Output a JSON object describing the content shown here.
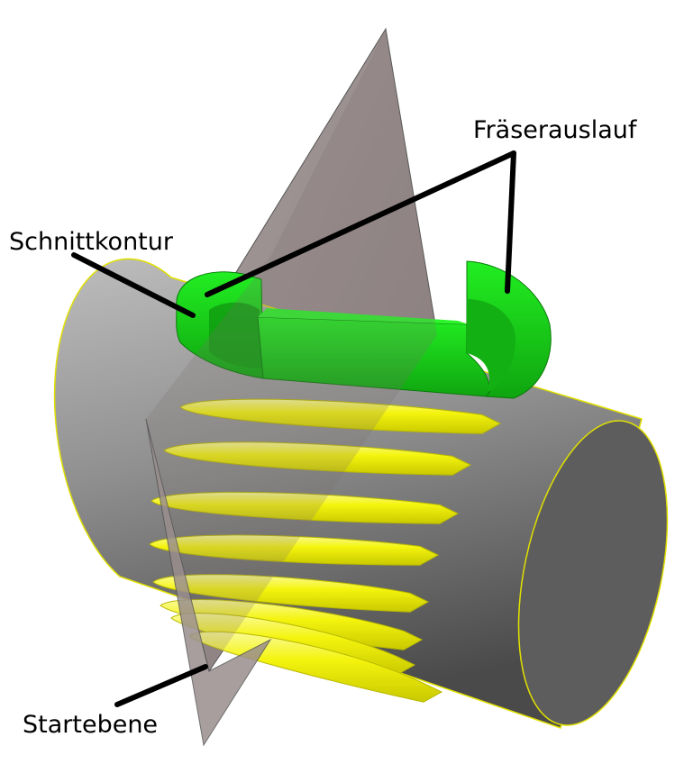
{
  "labels": {
    "cutter_runout": "Fräserauslauf",
    "cut_contour": "Schnittkontur",
    "start_plane": "Startebene"
  },
  "colors": {
    "background": "#ffffff",
    "cylinder": "#8a8a8a",
    "cylinder_end": "#5c5c5c",
    "plane": "#9a8e8e",
    "grooves": "#f2f20a",
    "tool_body": "#16d616",
    "leader_lines": "#000000"
  },
  "grooves": {
    "count": 8
  }
}
